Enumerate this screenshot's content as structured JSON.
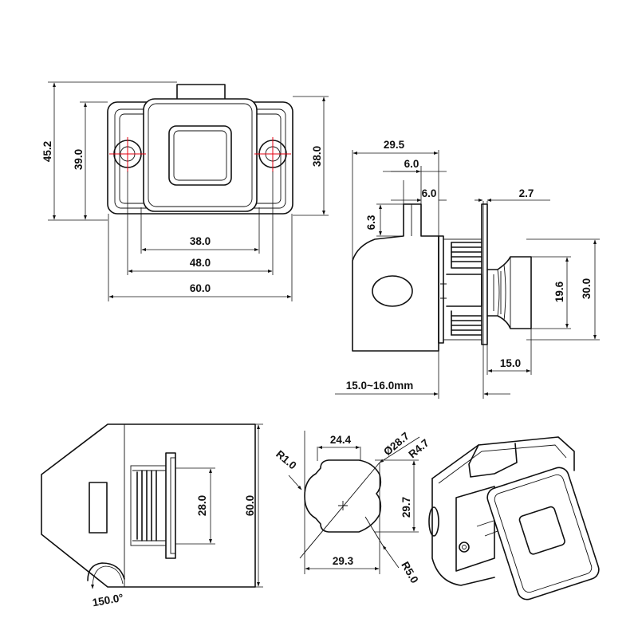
{
  "front_view": {
    "height_overall": "45.2",
    "height_body": "39.0",
    "height_right": "38.0",
    "width_inner": "38.0",
    "width_mid": "48.0",
    "width_overall": "60.0"
  },
  "side_view": {
    "depth_total": "29.5",
    "step_a": "6.0",
    "step_b": "6.0",
    "flange": "2.7",
    "tab_height": "6.3",
    "neck_dia": "19.6",
    "head_dia": "30.0",
    "protrusion": "15.0",
    "panel_thickness": "15.0~16.0mm"
  },
  "bottom_view": {
    "inner_height": "28.0",
    "height": "60.0",
    "swing_angle": "150.0°"
  },
  "cutout": {
    "top_width": "24.4",
    "diameter": "Ø28.7",
    "radius_large": "R4.7",
    "radius_corner": "R1.0",
    "height": "29.7",
    "bottom_width": "29.3",
    "radius_small": "R5.0"
  }
}
